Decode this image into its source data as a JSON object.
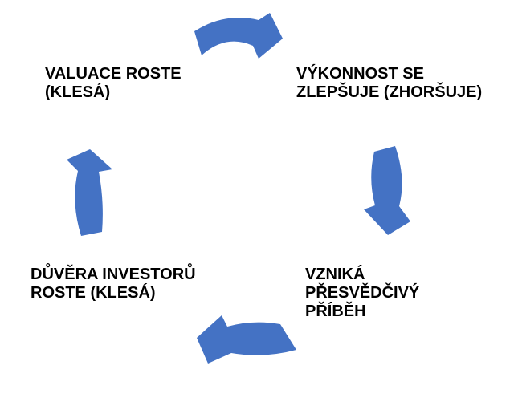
{
  "diagram": {
    "type": "cycle",
    "background_color": "#ffffff",
    "arrow_color": "#4472C4",
    "text_color": "#000000",
    "nodes": [
      {
        "id": "valuace",
        "position": "top-left",
        "lines": [
          "VALUACE ROSTE",
          "(KLESÁ)"
        ]
      },
      {
        "id": "vykonnost",
        "position": "top-right",
        "lines": [
          "VÝKONNOST SE",
          "ZLEPŠUJE (ZHORŠUJE)"
        ]
      },
      {
        "id": "vznika",
        "position": "bottom-right",
        "lines": [
          "VZNIKÁ",
          "PŘESVĚDČIVÝ",
          "PŘÍBĚH"
        ]
      },
      {
        "id": "duvera",
        "position": "bottom-left",
        "lines": [
          "DŮVĚRA INVESTORŮ",
          "ROSTE (KLESÁ)"
        ]
      }
    ],
    "arrows": [
      {
        "id": "top",
        "direction": "right",
        "from": "valuace",
        "to": "vykonnost"
      },
      {
        "id": "right",
        "direction": "down",
        "from": "vykonnost",
        "to": "vznika"
      },
      {
        "id": "bottom",
        "direction": "left",
        "from": "vznika",
        "to": "duvera"
      },
      {
        "id": "left",
        "direction": "up",
        "from": "duvera",
        "to": "valuace"
      }
    ]
  }
}
